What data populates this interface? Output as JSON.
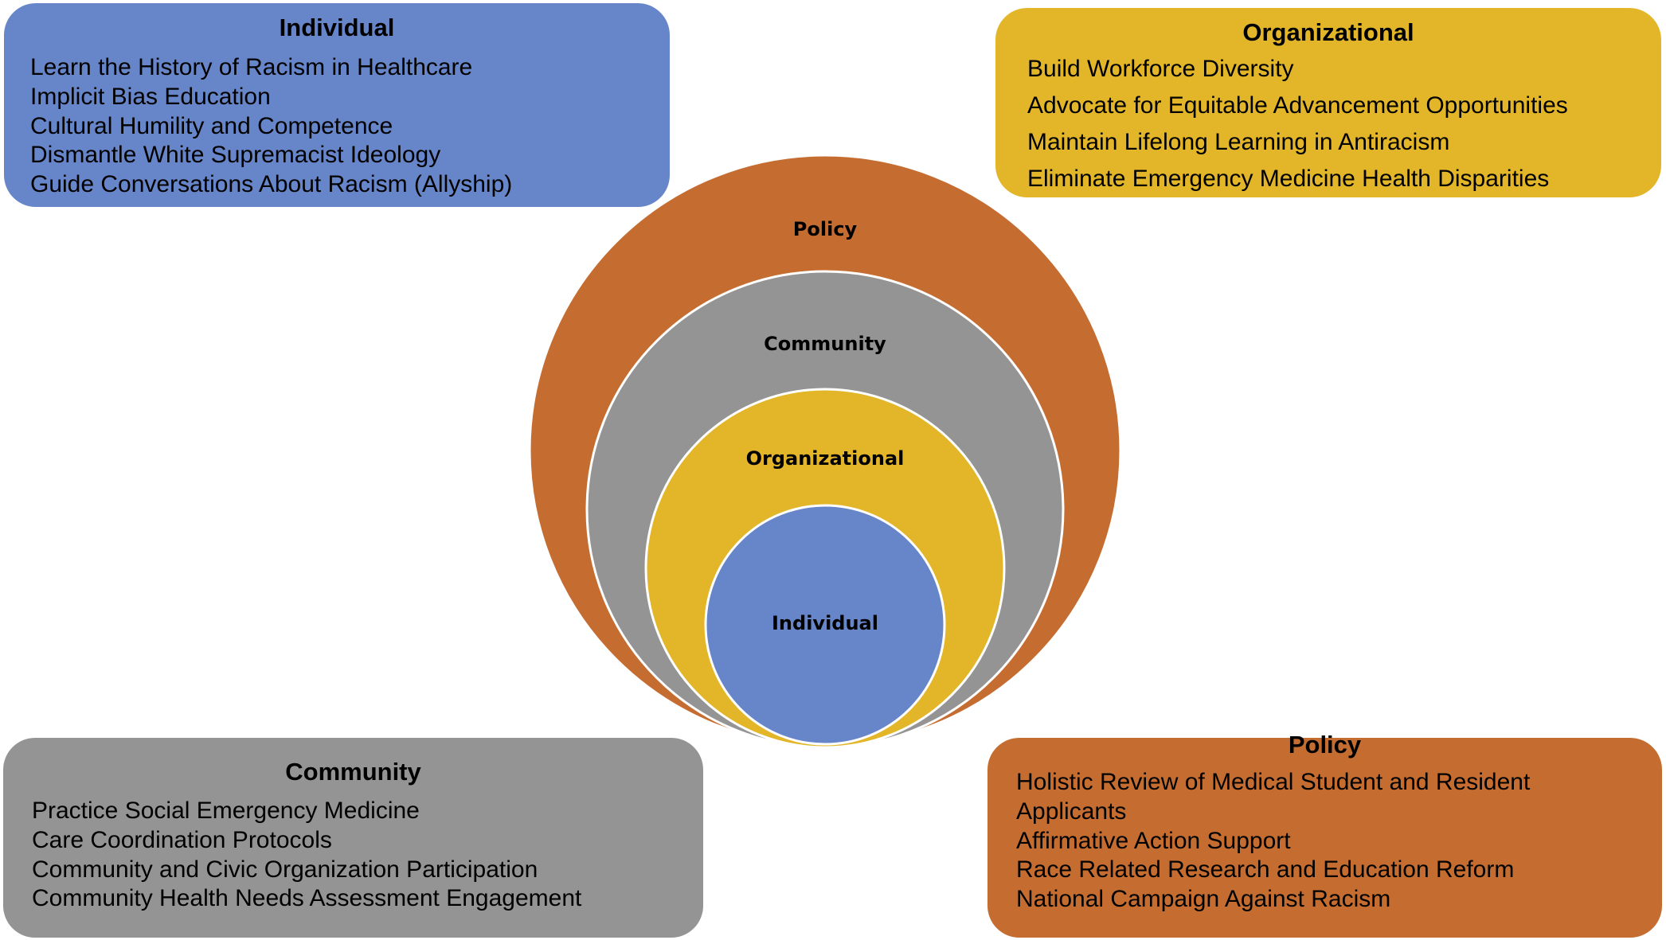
{
  "colors": {
    "individual": "#6785c9",
    "organizational": "#e3b62a",
    "community": "#949494",
    "policy": "#c56d31",
    "ring_stroke": "#ffffff"
  },
  "rings": {
    "policy": "Policy",
    "community": "Community",
    "organizational": "Organizational",
    "individual": "Individual"
  },
  "boxes": {
    "individual": {
      "title": "Individual",
      "items": [
        "Learn the History of Racism in Healthcare",
        "Implicit Bias Education",
        "Cultural Humility and Competence",
        "Dismantle White Supremacist Ideology",
        "Guide Conversations About Racism (Allyship)"
      ]
    },
    "organizational": {
      "title": "Organizational",
      "items": [
        "Build Workforce Diversity",
        "Advocate for Equitable Advancement Opportunities",
        "Maintain Lifelong Learning in Antiracism",
        "Eliminate Emergency Medicine Health Disparities"
      ]
    },
    "community": {
      "title": "Community",
      "items": [
        "Practice Social Emergency Medicine",
        "Care Coordination Protocols",
        "Community and Civic Organization Participation",
        "Community Health Needs Assessment Engagement"
      ]
    },
    "policy": {
      "title": "Policy",
      "items": [
        "Holistic Review of Medical Student and Resident Applicants",
        "Affirmative Action Support",
        "Race Related Research and Education Reform",
        "National Campaign Against Racism"
      ]
    }
  }
}
